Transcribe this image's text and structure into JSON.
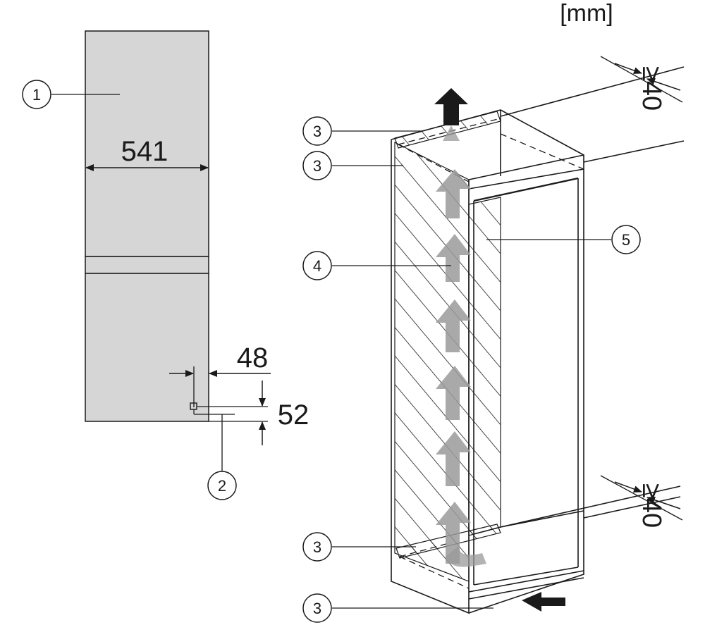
{
  "unit_label": "[mm]",
  "front_view": {
    "width_dimension": "541",
    "offset_horizontal": "48",
    "offset_vertical": "52",
    "callouts": {
      "door_front": "1",
      "hinge_point": "2"
    }
  },
  "installation_view": {
    "top_clearance": "≥40",
    "bottom_clearance": "≥40",
    "callouts": {
      "vent_top_outer": "3",
      "vent_top_inner": "3",
      "vent_bottom_inner": "3",
      "vent_bottom_plinth": "3",
      "air_channel": "4",
      "niche": "5"
    }
  },
  "colors": {
    "panel_fill": "#d6d6d6",
    "line": "#1a1a1a",
    "arrow_gray": "#9a9a9a",
    "arrow_dark": "#1a1a1a"
  }
}
